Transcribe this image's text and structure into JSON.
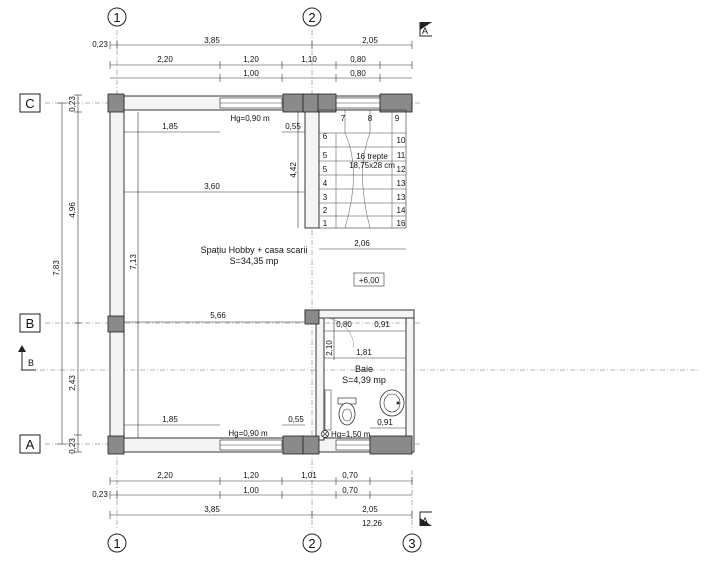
{
  "axes": {
    "v1": "1",
    "v2": "2",
    "v3": "3",
    "hC": "C",
    "hB": "B",
    "hA": "A",
    "sectionTop": "A",
    "sectionBottom": "A",
    "sectionLeft": "B"
  },
  "top_dims": {
    "row1": [
      "0,23",
      "3,85",
      "2,05"
    ],
    "row2": [
      "2,20",
      "1,20",
      "1,10",
      "0,80"
    ],
    "row3": [
      "1,00",
      "0,80"
    ]
  },
  "bottom_dims": {
    "row1": [
      "2,20",
      "1,20",
      "1,01",
      "0,70"
    ],
    "row2": [
      "0,23",
      "1,00",
      "0,70"
    ],
    "row3": [
      "3,85",
      "2,05"
    ],
    "total": "12,26"
  },
  "left_dims": {
    "inner": [
      "0,23",
      "4,96",
      "2,43",
      "0,23"
    ],
    "outer": "7,83"
  },
  "room_dims": {
    "d_185_top": "1,85",
    "d_055_top": "0,55",
    "hg_top": "Hg=0,90 m",
    "d_360": "3,60",
    "d_442": "4,42",
    "d_713": "7,13",
    "d_566": "5,66",
    "d_206": "2,06",
    "d_185_bot": "1,85",
    "d_055_bot": "0,55",
    "hg_bot": "Hg=0,90 m",
    "hg_bath": "Hg=1,50 m",
    "d_080": "0,80",
    "d_091_top": "0,91",
    "d_210": "2,10",
    "d_181": "1,81",
    "d_091_bot": "0,91"
  },
  "rooms": {
    "hobby_name": "Spațiu Hobby + casa scarii",
    "hobby_area": "S=34,35 mp",
    "bath_name": "Baie",
    "bath_area": "S=4,39 mp",
    "level": "+6,00"
  },
  "stairs": {
    "label1": "16 trepte",
    "label2": "18,75x28 cm",
    "top": [
      "7",
      "8",
      "9"
    ],
    "left": [
      "6",
      "5",
      "5",
      "4",
      "3",
      "2",
      "1"
    ],
    "right": [
      "10",
      "11",
      "12",
      "13",
      "13",
      "14",
      "16"
    ]
  }
}
